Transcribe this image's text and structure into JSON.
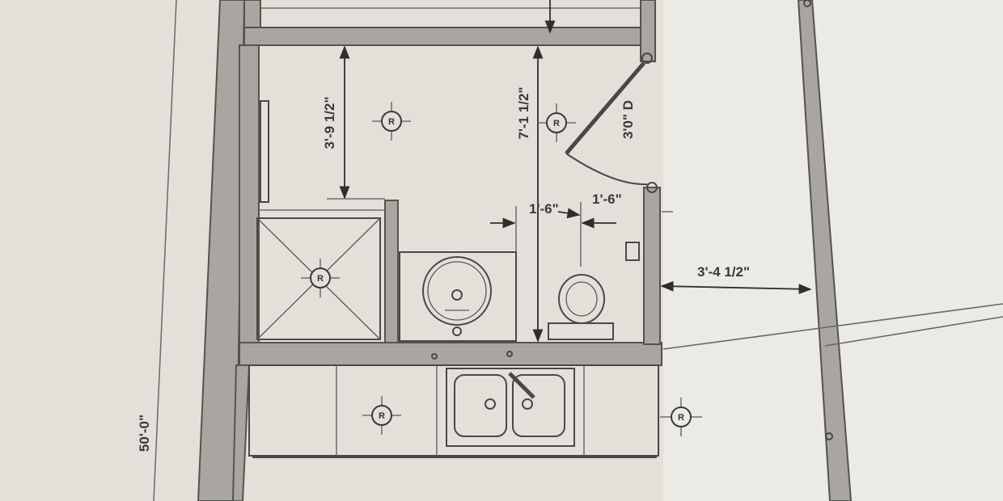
{
  "dimensions": {
    "left_height": "3'-9 1/2\"",
    "center_height": "7'-1 1/2\"",
    "door": "3'0\" D",
    "clearance_left": "1'-6\"",
    "clearance_right": "1'-6\"",
    "side_width": "3'-4 1/2\"",
    "overall": "50'-0\""
  },
  "marker_label": "R"
}
